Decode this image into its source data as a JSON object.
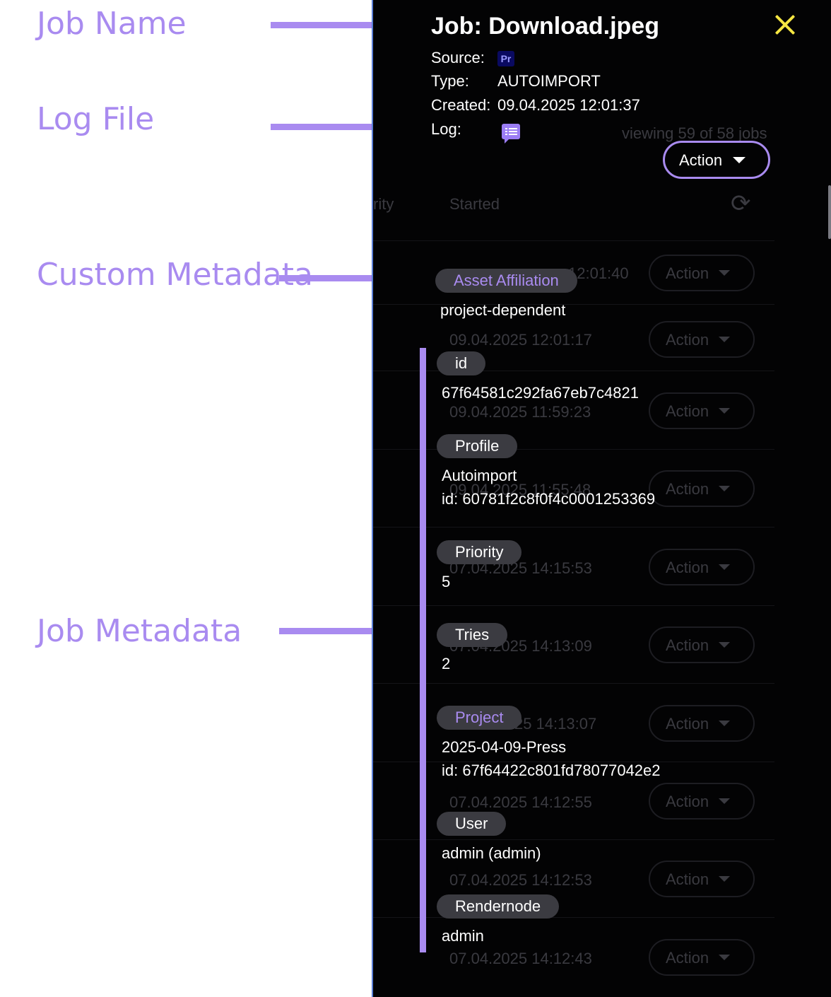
{
  "annotations": {
    "job_name": "Job Name",
    "log_file": "Log File",
    "custom_metadata": "Custom Metadata",
    "job_metadata": "Job Metadata"
  },
  "job": {
    "title": "Job: Download.jpeg",
    "source_label": "Source:",
    "source_badge": "Pr",
    "type_label": "Type:",
    "type_value": "AUTOIMPORT",
    "created_label": "Created:",
    "created_value": "09.04.2025 12:01:37",
    "log_label": "Log:",
    "action_label": "Action"
  },
  "custom_metadata": [
    {
      "key": "Asset Affiliation",
      "value": "project-dependent"
    }
  ],
  "job_metadata": [
    {
      "key": "id",
      "value": "67f64581c292fa67eb7c4821"
    },
    {
      "key": "Profile",
      "value": "Autoimport",
      "value2": "id: 60781f2c8f0f4c0001253369"
    },
    {
      "key": "Priority",
      "value": "5"
    },
    {
      "key": "Tries",
      "value": "2"
    },
    {
      "key": "Project",
      "value": "2025-04-09-Press",
      "value2": "id: 67f64422c801fd78077042e2"
    },
    {
      "key": "User",
      "value": "admin (admin)"
    },
    {
      "key": "Rendernode",
      "value": "admin"
    }
  ],
  "background": {
    "viewing_text": "viewing 59 of 58 jobs",
    "col_priority": "rity",
    "col_started": "Started",
    "row_action": "Action",
    "rows": [
      "12:01:40",
      "09.04.2025 12:01:17",
      "09.04.2025 11:59:23",
      "09.04.2025 11:55:48",
      "07.04.2025 14:15:53",
      "07.04.2025 14:13:09",
      "25 14:13:07",
      "07.04.2025 14:12:55",
      "07.04.2025 14:12:53",
      "07.04.2025 14:12:43"
    ]
  },
  "colors": {
    "accent": "#a98bf0",
    "close": "#f5e642",
    "panel": "#030304",
    "chip": "#3b3b41"
  }
}
